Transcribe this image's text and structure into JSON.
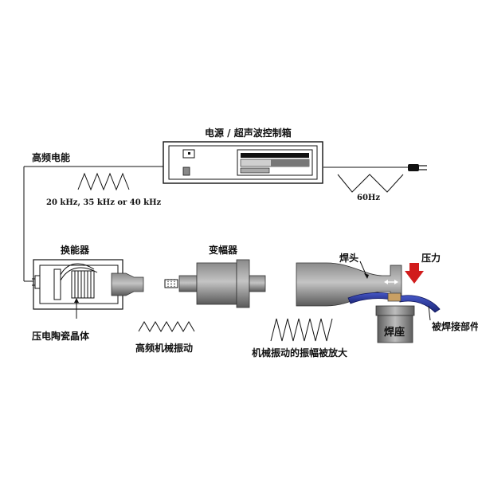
{
  "labels": {
    "power_box_title": "电源 / 超声波控制箱",
    "hf_power": "高频电能",
    "freq_options": "20 kHz, 35 kHz or 40 kHz",
    "mains_freq": "60Hz",
    "transducer": "换能器",
    "booster": "变幅器",
    "horn": "焊头",
    "pressure": "压力",
    "piezo_crystal": "压电陶瓷晶体",
    "hf_vibration": "高频机械振动",
    "amplified_vibration": "机械振动的振幅被放大",
    "anvil": "焊座",
    "workpiece": "被焊接部件"
  },
  "colors": {
    "line": "#111111",
    "metal_dark": "#6e6e6e",
    "metal_mid": "#9a9a9a",
    "workpiece_blue": "#2b3aa0",
    "pressure_red": "#d11c1c",
    "weld_tan": "#c9a064"
  }
}
